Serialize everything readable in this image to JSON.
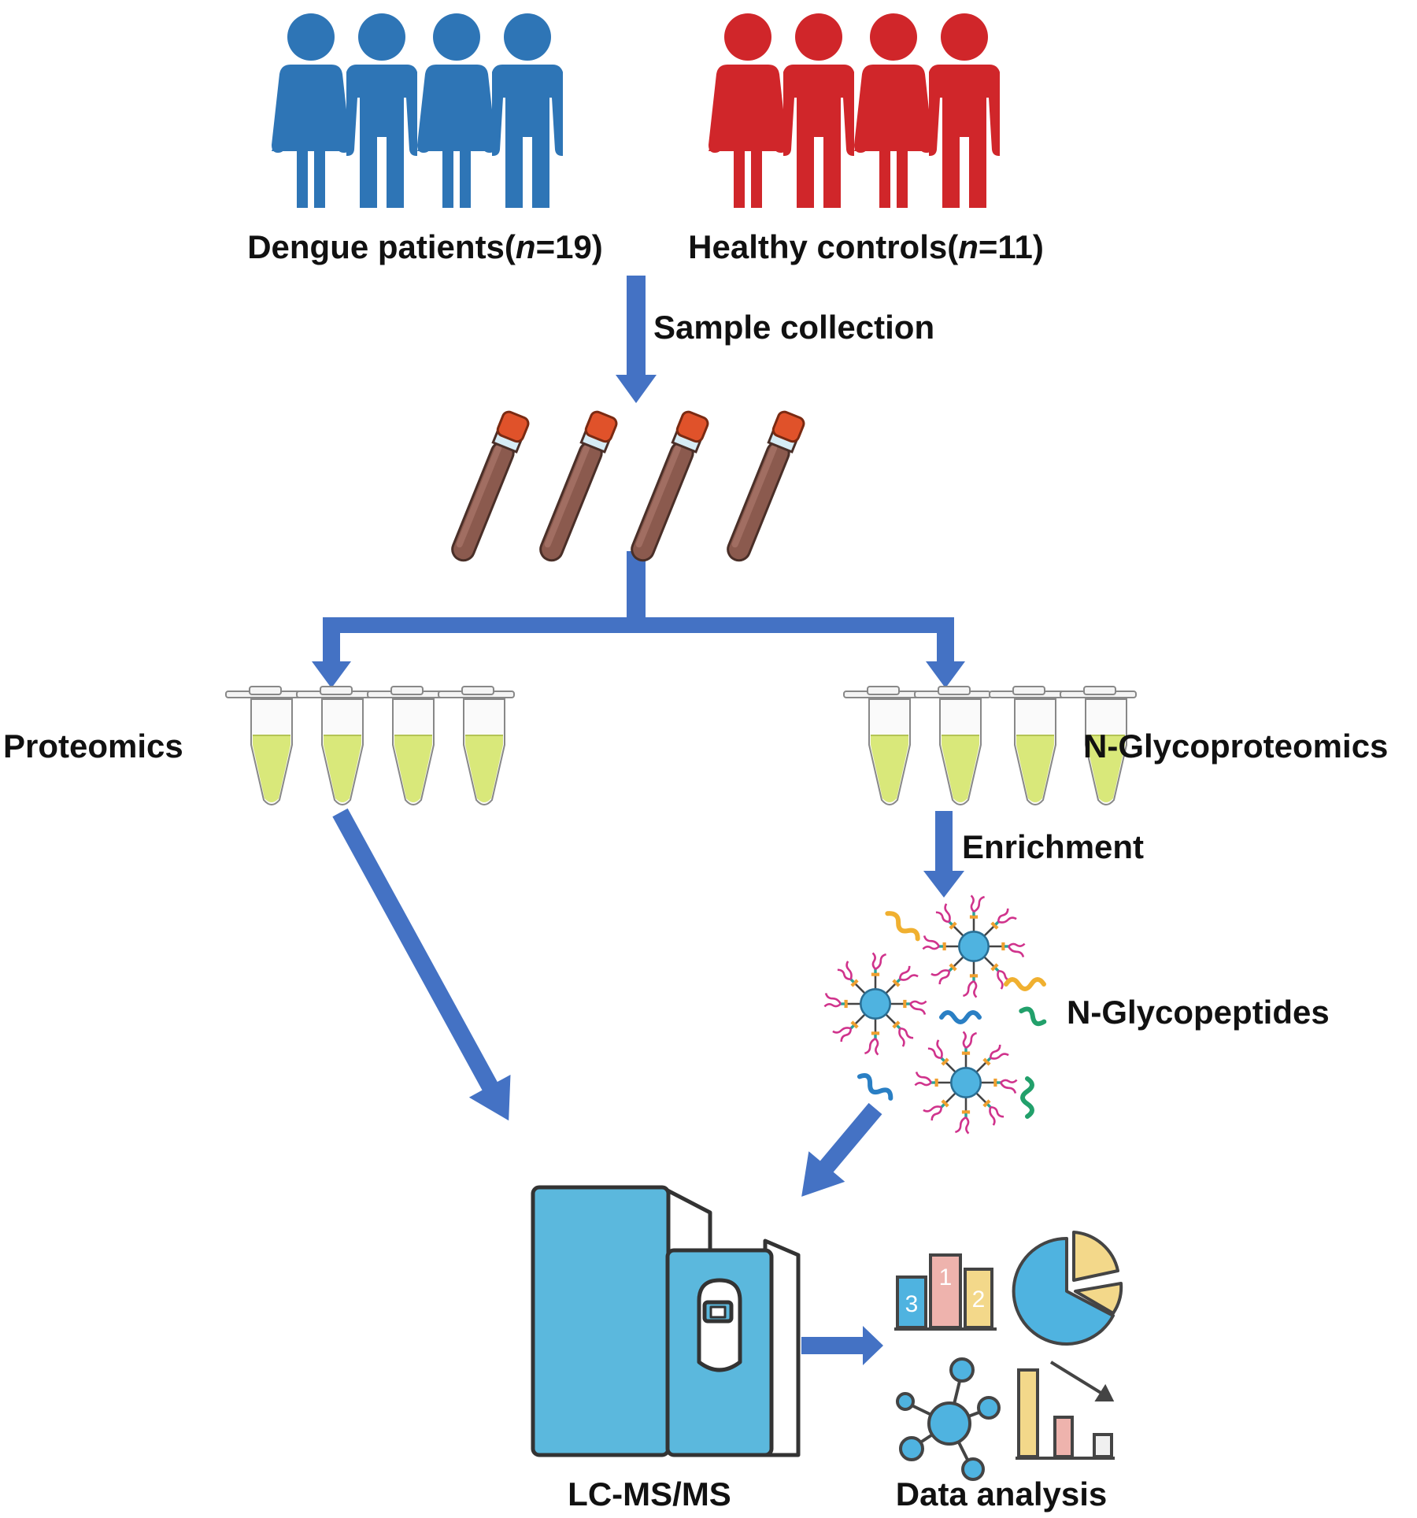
{
  "groups": {
    "patients": {
      "label_pre": "Dengue patients(",
      "n_symbol": "n",
      "n_value": "=19)",
      "color": "#2E75B6"
    },
    "controls": {
      "label_pre": "Healthy controls(",
      "n_symbol": "n",
      "n_value": "=11)",
      "color": "#D0262A"
    }
  },
  "steps": {
    "sample_collection": "Sample collection",
    "proteomics": "Proteomics",
    "n_glycoproteomics": "N-Glycoproteomics",
    "enrichment": "Enrichment",
    "n_glycopeptides": "N-Glycopeptides",
    "lc_ms": "LC-MS/MS",
    "data_analysis": "Data analysis"
  },
  "analysis_icons": {
    "ranking_numbers": [
      "3",
      "1",
      "2"
    ],
    "icons": [
      "bar-ranking-icon",
      "pie-chart-icon",
      "network-icon",
      "declining-bar-icon"
    ]
  },
  "colors": {
    "arrow": "#4472C4",
    "instrument": "#5BB8DD",
    "blood": "#8B5A4E",
    "cap": "#E0522A",
    "tube_liquid": "#D9E87A"
  }
}
